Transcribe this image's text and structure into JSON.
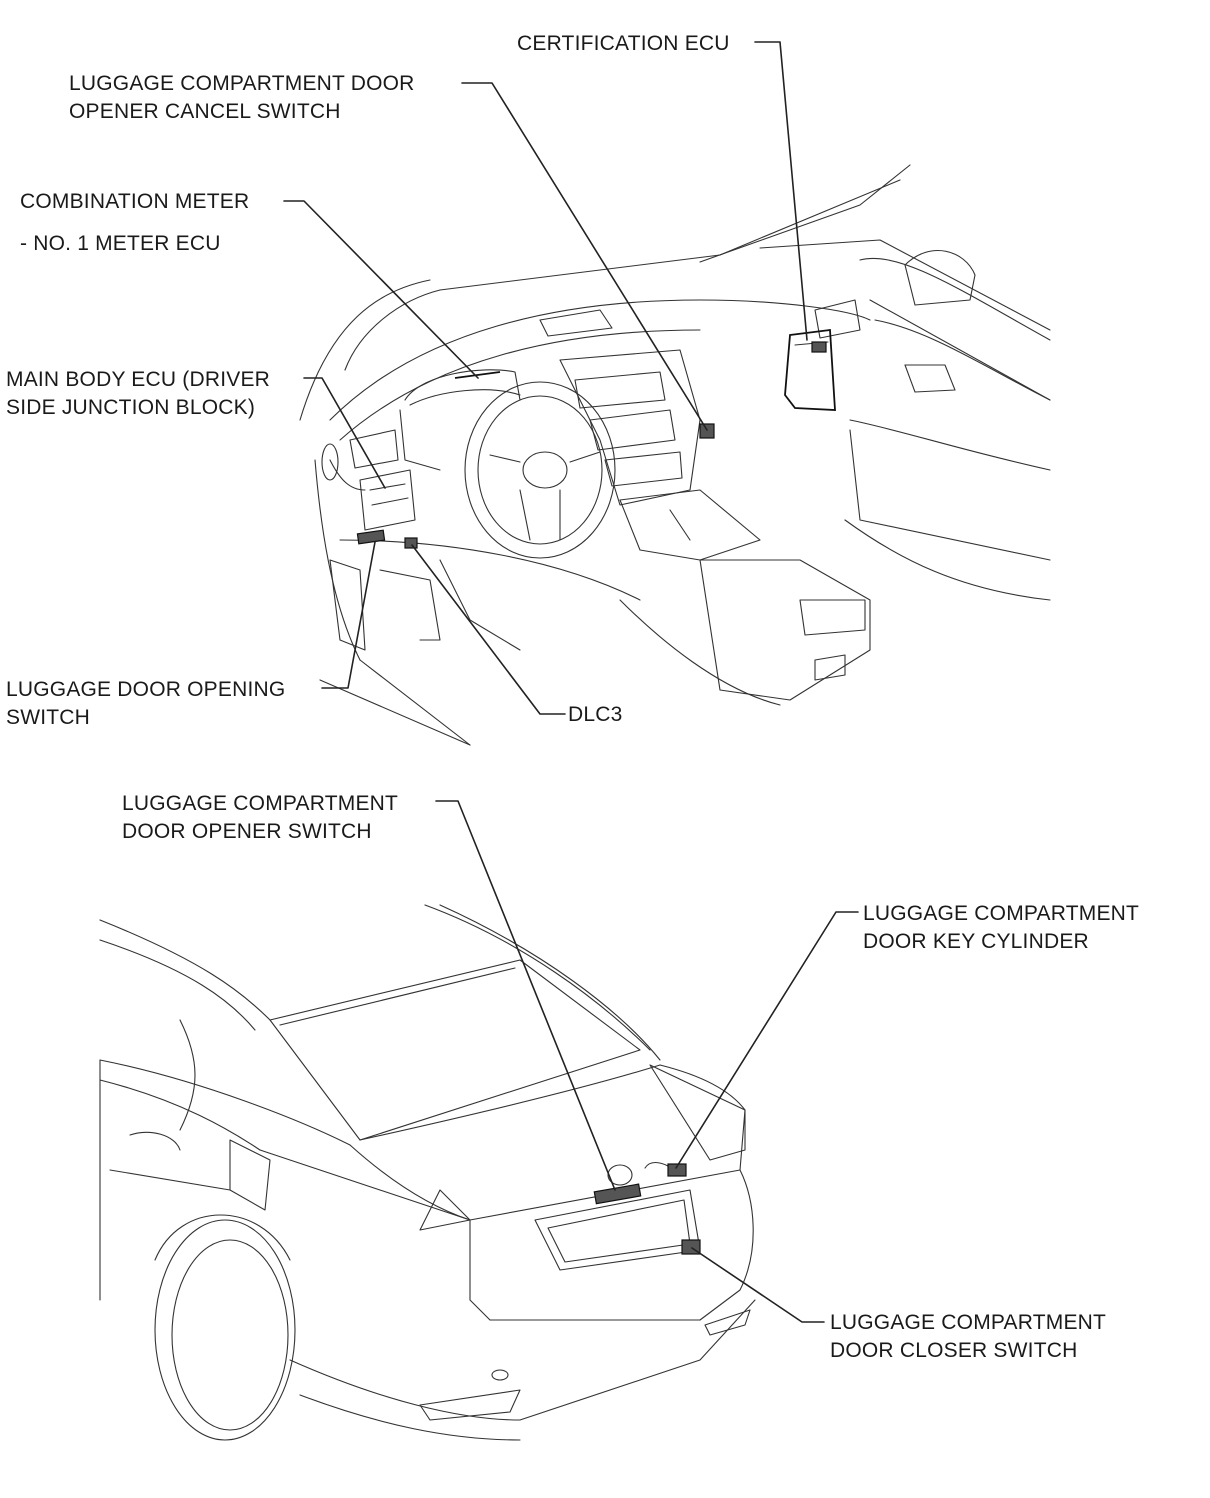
{
  "labels": {
    "certification_ecu": "CERTIFICATION ECU",
    "luggage_cancel_switch_line1": "LUGGAGE COMPARTMENT DOOR",
    "luggage_cancel_switch_line2": "OPENER CANCEL SWITCH",
    "combination_meter_line1": "COMBINATION METER",
    "combination_meter_line2": "- NO. 1 METER ECU",
    "main_body_ecu_line1": "MAIN BODY ECU (DRIVER",
    "main_body_ecu_line2": "SIDE JUNCTION BLOCK)",
    "luggage_door_opening_switch_line1": "LUGGAGE DOOR OPENING",
    "luggage_door_opening_switch_line2": "SWITCH",
    "dlc3": "DLC3",
    "opener_switch_line1": "LUGGAGE COMPARTMENT",
    "opener_switch_line2": "DOOR OPENER SWITCH",
    "key_cylinder_line1": "LUGGAGE COMPARTMENT",
    "key_cylinder_line2": "DOOR KEY CYLINDER",
    "closer_switch_line1": "LUGGAGE COMPARTMENT",
    "closer_switch_line2": "DOOR CLOSER SWITCH"
  }
}
